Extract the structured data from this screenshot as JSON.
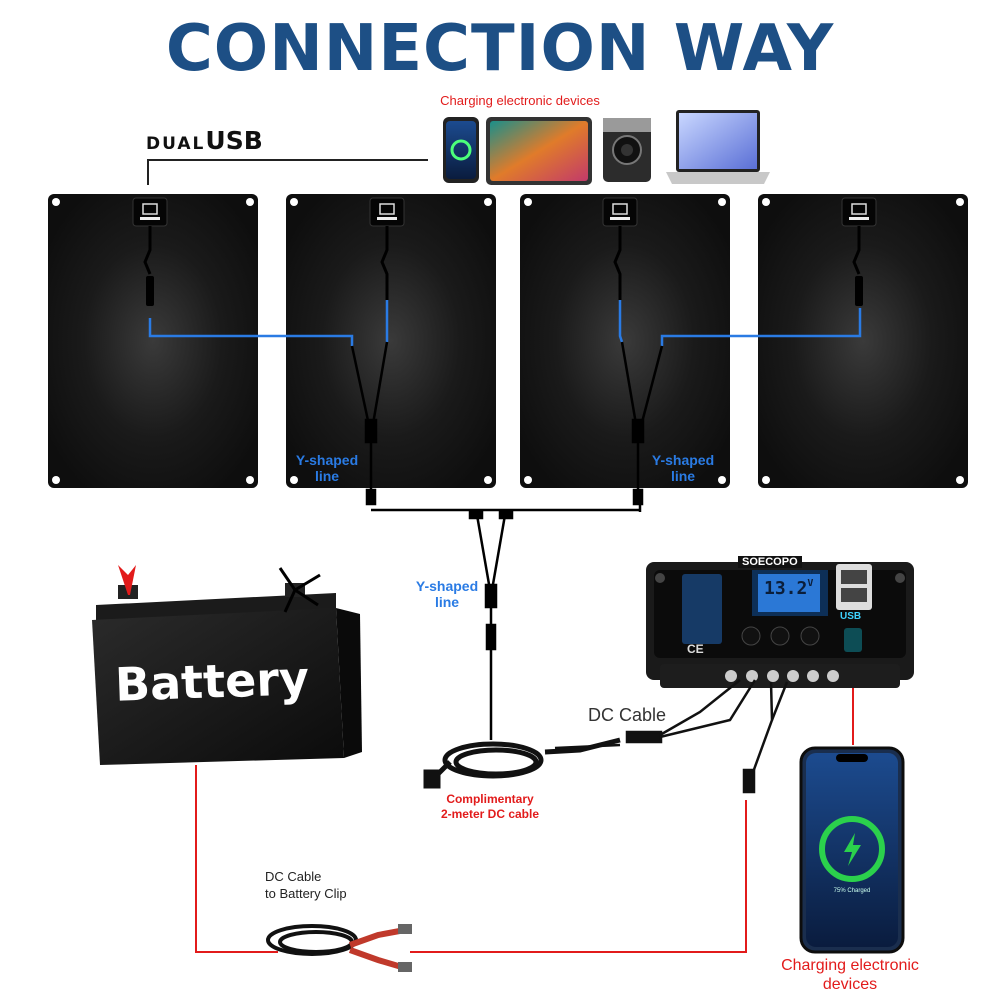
{
  "title": "CONNECTION WAY",
  "devices_label": "Charging electronic devices",
  "dualusb": {
    "prefix": "DUAL",
    "main": "USB"
  },
  "y_shaped_left": {
    "line1": "Y-shaped",
    "line2": "line"
  },
  "y_shaped_right": {
    "line1": "Y-shaped",
    "line2": "line"
  },
  "y_shaped_center": {
    "line1": "Y-shaped",
    "line2": "line"
  },
  "battery_label": "Battery",
  "dc_cable_label": "DC Cable",
  "complimentary": {
    "line1": "Complimentary",
    "line2": "2-meter DC cable"
  },
  "battery_clip": {
    "line1": "DC Cable",
    "line2": "to Battery Clip"
  },
  "charging_devices_bottom": {
    "line1": "Charging electronic",
    "line2": "devices"
  },
  "controller": {
    "brand": "SOECOPO",
    "voltage": "13.2",
    "unit": "V",
    "usb_label": "USB",
    "ce_mark": "CE"
  },
  "phone_charge": "75% Charged",
  "colors": {
    "title": "#1d4f85",
    "blue_line": "#2a7be4",
    "red_line": "#e21b1b",
    "panel": "#161616"
  }
}
